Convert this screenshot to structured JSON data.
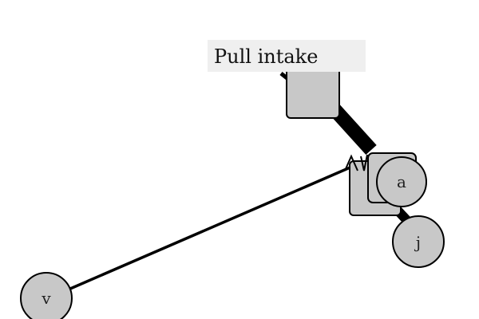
{
  "diagram": {
    "nodes": [
      {
        "id": "a",
        "label": "a",
        "shape": "circle"
      },
      {
        "id": "j",
        "label": "j",
        "shape": "circle"
      },
      {
        "id": "v",
        "label": "v",
        "shape": "circle"
      }
    ],
    "tag": {
      "label": "Pull intake"
    },
    "colors": {
      "node_fill": "#c8c8c8",
      "stroke": "#000000",
      "tag_bg": "#efefef"
    }
  }
}
